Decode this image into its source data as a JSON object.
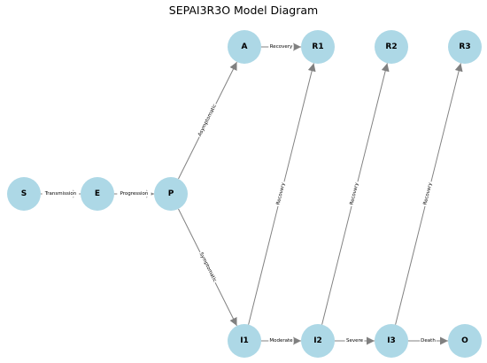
{
  "title": "SEPAI3R3O Model Diagram",
  "colors": {
    "node": "#add8e6",
    "edge": "#808080"
  },
  "nodes": [
    {
      "id": "S",
      "label": "S"
    },
    {
      "id": "E",
      "label": "E"
    },
    {
      "id": "P",
      "label": "P"
    },
    {
      "id": "A",
      "label": "A"
    },
    {
      "id": "R1",
      "label": "R1"
    },
    {
      "id": "R2",
      "label": "R2"
    },
    {
      "id": "R3",
      "label": "R3"
    },
    {
      "id": "I1",
      "label": "I1"
    },
    {
      "id": "I2",
      "label": "I2"
    },
    {
      "id": "I3",
      "label": "I3"
    },
    {
      "id": "O",
      "label": "O"
    }
  ],
  "edges": [
    {
      "from": "S",
      "to": "E",
      "label": "Transmission"
    },
    {
      "from": "E",
      "to": "P",
      "label": "Progression"
    },
    {
      "from": "P",
      "to": "A",
      "label": "Asymptomatic"
    },
    {
      "from": "P",
      "to": "I1",
      "label": "Symptomatic"
    },
    {
      "from": "A",
      "to": "R1",
      "label": "Recovery"
    },
    {
      "from": "I1",
      "to": "R1",
      "label": "Recovery"
    },
    {
      "from": "I1",
      "to": "I2",
      "label": "Moderate"
    },
    {
      "from": "I2",
      "to": "R2",
      "label": "Recovery"
    },
    {
      "from": "I2",
      "to": "I3",
      "label": "Severe"
    },
    {
      "from": "I3",
      "to": "R3",
      "label": "Recovery"
    },
    {
      "from": "I3",
      "to": "O",
      "label": "Death"
    }
  ]
}
